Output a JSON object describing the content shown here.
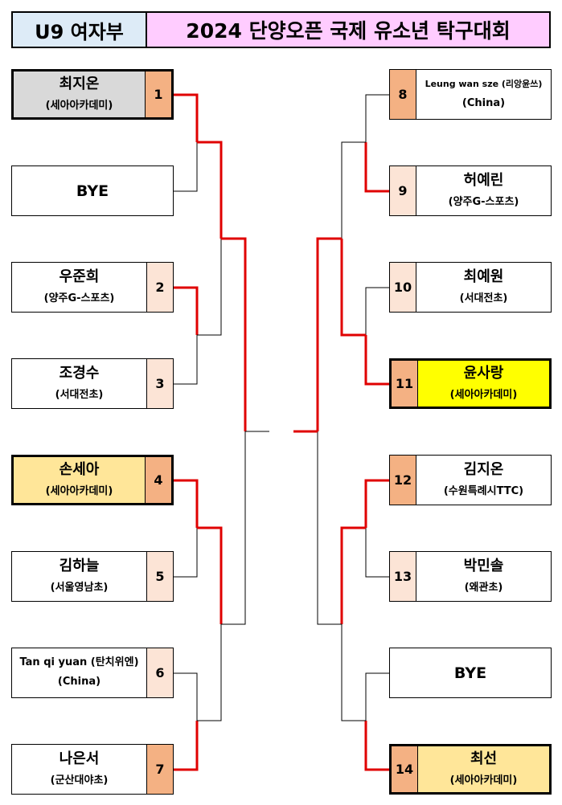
{
  "header": {
    "division": "U9 여자부",
    "tournament": "2024 단양오픈 국제 유소년 탁구대회"
  },
  "colors": {
    "seed_dark": "#f4b183",
    "seed_light": "#fce4d6",
    "winner_highlight": "#ffff00",
    "club_highlight": "#ffe699",
    "gray_highlight": "#d9d9d9",
    "line_red": "#e00000"
  },
  "left": [
    {
      "name": "최지온",
      "club": "(세아아카데미)",
      "seed": "1"
    },
    {
      "name": "BYE",
      "club": "",
      "seed": ""
    },
    {
      "name": "우준희",
      "club": "(양주G-스포츠)",
      "seed": "2"
    },
    {
      "name": "조경수",
      "club": "(서대전초)",
      "seed": "3"
    },
    {
      "name": "손세아",
      "club": "(세아아카데미)",
      "seed": "4"
    },
    {
      "name": "김하늘",
      "club": "(서울영남초)",
      "seed": "5"
    },
    {
      "name": "Tan qi yuan (탄치위엔)",
      "club": "(China)",
      "seed": "6"
    },
    {
      "name": "나은서",
      "club": "(군산대야초)",
      "seed": "7"
    }
  ],
  "right": [
    {
      "name": "Leung wan sze (리앙윤쓰)",
      "club": "(China)",
      "seed": "8"
    },
    {
      "name": "허예린",
      "club": "(양주G-스포츠)",
      "seed": "9"
    },
    {
      "name": "최예원",
      "club": "(서대전초)",
      "seed": "10"
    },
    {
      "name": "윤사랑",
      "club": "(세아아카데미)",
      "seed": "11"
    },
    {
      "name": "김지온",
      "club": "(수원특례시TTC)",
      "seed": "12"
    },
    {
      "name": "박민솔",
      "club": "(왜관초)",
      "seed": "13"
    },
    {
      "name": "BYE",
      "club": "",
      "seed": ""
    },
    {
      "name": "최선",
      "club": "(세아아카데미)",
      "seed": "14"
    }
  ]
}
